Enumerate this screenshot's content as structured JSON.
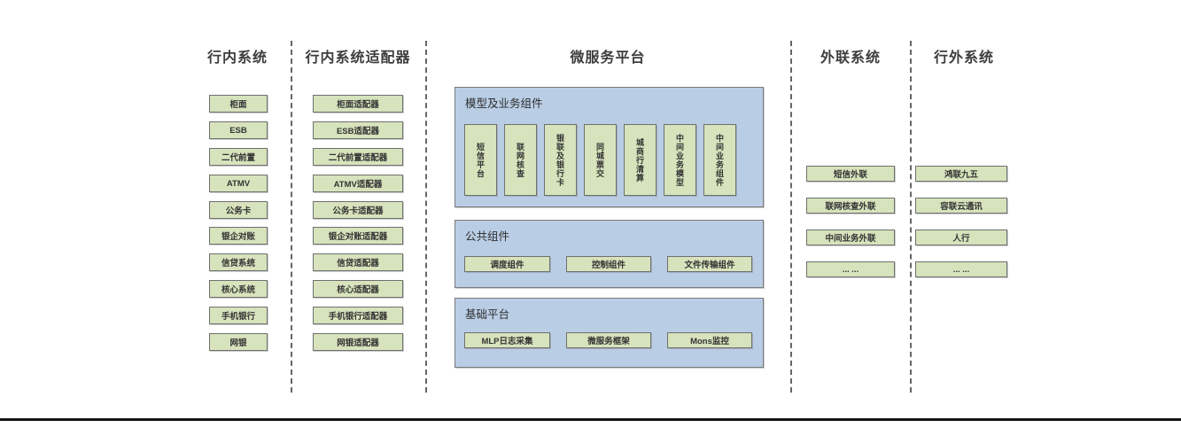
{
  "colors": {
    "box_fill": "#d6e3bc",
    "panel_fill": "#b9cde5",
    "box_border": "#6f6f6f",
    "divider": "#666666",
    "text": "#333333"
  },
  "lanes": {
    "internal": {
      "title": "行内系统",
      "items": [
        "柜面",
        "ESB",
        "二代前置",
        "ATMV",
        "公务卡",
        "银企对账",
        "信贷系统",
        "核心系统",
        "手机银行",
        "网银"
      ]
    },
    "adapters": {
      "title": "行内系统适配器",
      "items": [
        "柜面适配器",
        "ESB适配器",
        "二代前置适配器",
        "ATMV适配器",
        "公务卡适配器",
        "银企对账适配器",
        "信贷适配器",
        "核心适配器",
        "手机银行适配器",
        "网银适配器"
      ]
    },
    "platform": {
      "title": "微服务平台",
      "groups": {
        "model": {
          "title": "模型及业务组件",
          "items": [
            "短信平台",
            "联网核查",
            "银联及银行卡",
            "同城票交",
            "城商行清算",
            "中间业务模型",
            "中间业务组件"
          ]
        },
        "common": {
          "title": "公共组件",
          "items": [
            "调度组件",
            "控制组件",
            "文件传输组件"
          ]
        },
        "base": {
          "title": "基础平台",
          "items": [
            "MLP日志采集",
            "微服务框架",
            "Mons监控"
          ]
        }
      }
    },
    "outreach": {
      "title": "外联系统",
      "items": [
        "短信外联",
        "联网核查外联",
        "中间业务外联",
        "... ..."
      ]
    },
    "external": {
      "title": "行外系统",
      "items": [
        "鸿联九五",
        "容联云通讯",
        "人行",
        "... ..."
      ]
    }
  }
}
